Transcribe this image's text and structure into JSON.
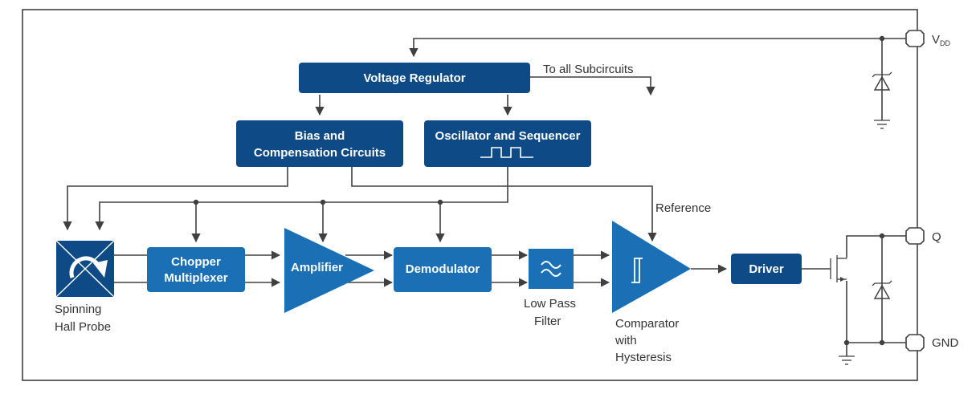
{
  "colors": {
    "block_dark": "#0e4a86",
    "block_mid": "#1a6fb5",
    "block_light": "#1e74bf",
    "wire": "#404040"
  },
  "blocks": {
    "voltage_regulator": "Voltage Regulator",
    "bias_line1": "Bias and",
    "bias_line2": "Compensation Circuits",
    "oscillator": "Oscillator and Sequencer",
    "chopper_line1": "Chopper",
    "chopper_line2": "Multiplexer",
    "amplifier": "Amplifier",
    "demodulator": "Demodulator",
    "driver": "Driver"
  },
  "labels": {
    "to_all_subcircuits": "To all Subcircuits",
    "reference": "Reference",
    "hall_line1": "Spinning",
    "hall_line2": "Hall Probe",
    "lpf_line1": "Low Pass",
    "lpf_line2": "Filter",
    "comp_line1": "Comparator",
    "comp_line2": "with",
    "comp_line3": "Hysteresis"
  },
  "pins": {
    "vdd_main": "V",
    "vdd_sub": "DD",
    "q": "Q",
    "gnd": "GND"
  },
  "icons": [
    "spinning-hall-probe-icon",
    "square-wave-icon",
    "low-pass-filter-icon",
    "hysteresis-icon",
    "zener-diode-icon",
    "ground-icon",
    "mosfet-icon",
    "arrowhead-icon"
  ]
}
